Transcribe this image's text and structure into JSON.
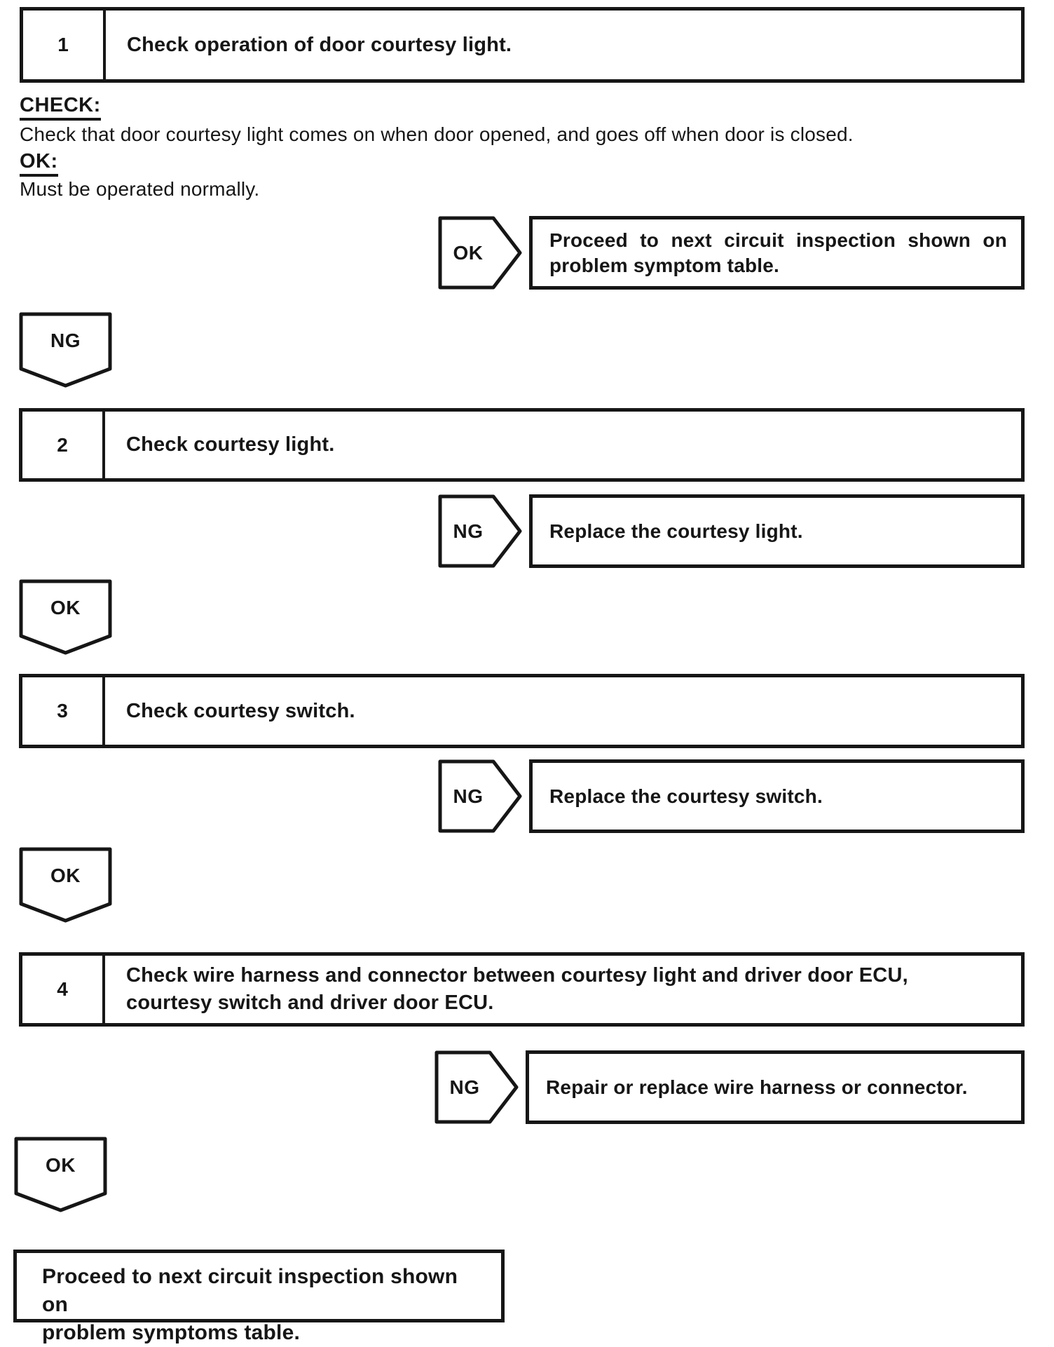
{
  "steps": {
    "step1": {
      "number": "1",
      "title": "Check operation of door courtesy light."
    },
    "step2": {
      "number": "2",
      "title": "Check courtesy light."
    },
    "step3": {
      "number": "3",
      "title": "Check courtesy switch."
    },
    "step4": {
      "number": "4",
      "line1": "Check wire harness and connector between courtesy light and driver door ECU,",
      "line2": "courtesy switch and driver door ECU."
    }
  },
  "instructions": {
    "check_label": "CHECK:",
    "check_text": "Check that door courtesy light comes on when door opened, and goes off when door is closed.",
    "ok_label": "OK:",
    "ok_text": "Must be operated normally."
  },
  "branches": {
    "ok1": {
      "tag": "OK",
      "line1": "Proceed to next circuit inspection shown on",
      "line2": "problem symptom table."
    },
    "ng2": {
      "tag": "NG",
      "text": "Replace the courtesy light."
    },
    "ng3": {
      "tag": "NG",
      "text": "Replace the courtesy switch."
    },
    "ng4": {
      "tag": "NG",
      "text": "Repair or replace wire harness or connector."
    }
  },
  "flow_markers": {
    "ng1": {
      "label": "NG"
    },
    "ok1": {
      "label": "OK"
    },
    "ok2": {
      "label": "OK"
    },
    "ok3": {
      "label": "OK"
    }
  },
  "final_box": {
    "line1": "Proceed to next circuit inspection shown on",
    "line2": "problem symptoms table."
  },
  "colors": {
    "ink": "#161616",
    "paper": "#ffffff"
  }
}
